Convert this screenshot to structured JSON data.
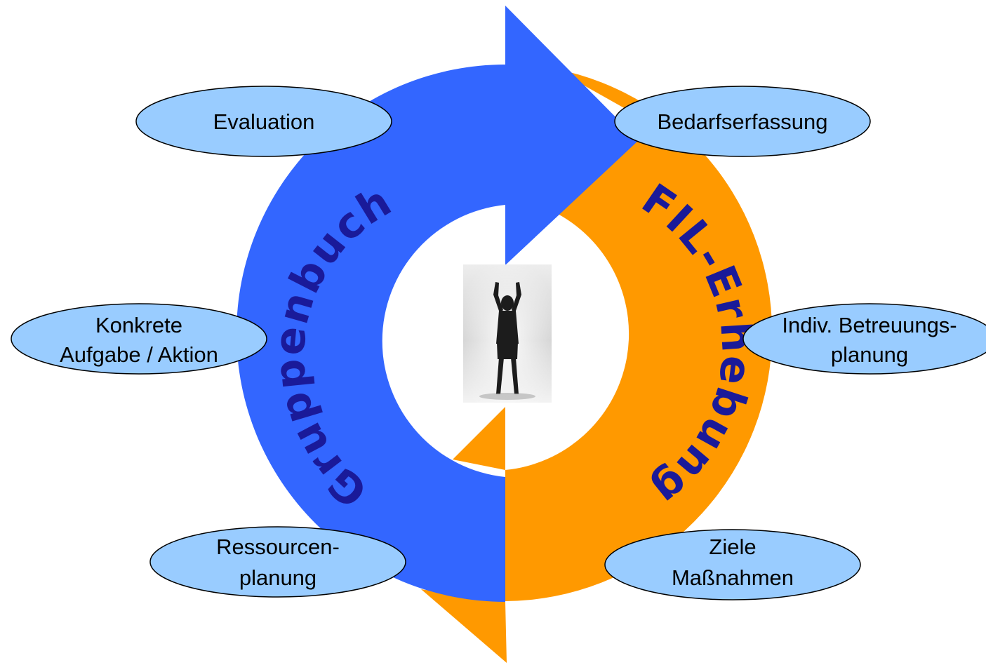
{
  "diagram": {
    "left_cycle_label": "Gruppenbuch",
    "right_cycle_label": "FIL-Erhebung",
    "bubbles": {
      "evaluation": [
        "Evaluation"
      ],
      "bedarfserfassung": [
        "Bedarfserfassung"
      ],
      "konkrete_aufgabe": [
        "Konkrete",
        "Aufgabe / Aktion"
      ],
      "betreuungsplanung": [
        "Indiv. Betreuungs-",
        "planung"
      ],
      "ressourcenplanung": [
        "Ressourcen-",
        "planung"
      ],
      "ziele_massnahmen": [
        "Ziele",
        "Maßnahmen"
      ]
    },
    "center_image": "person-arms-raised-silhouette"
  },
  "colors": {
    "blue_arrow": "#3366ff",
    "orange_arrow": "#ff9900",
    "bubble_fill": "#99ccff",
    "label_text": "#1a1a99"
  }
}
